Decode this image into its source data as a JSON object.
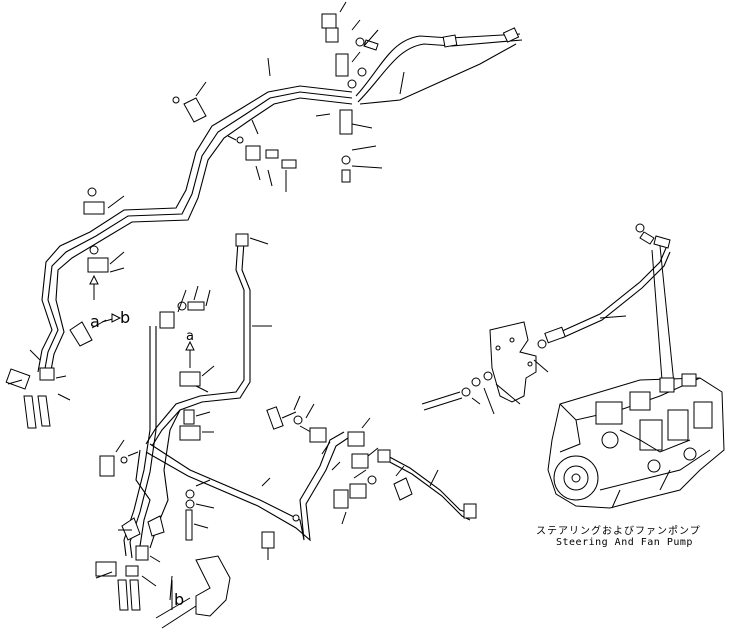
{
  "component": {
    "caption_ja": "ステアリングおよびファンポンプ",
    "caption_en": "Steering And Fan Pump"
  },
  "view_marks": [
    {
      "id": "a1",
      "text": "a"
    },
    {
      "id": "b1",
      "text": "b"
    },
    {
      "id": "a2",
      "text": "a"
    },
    {
      "id": "b2",
      "text": "b"
    }
  ],
  "icons": {
    "arrow": "view-direction-arrow-icon",
    "pump": "hydraulic-pump-icon"
  },
  "colors": {
    "line": "#000000",
    "background": "#ffffff"
  }
}
